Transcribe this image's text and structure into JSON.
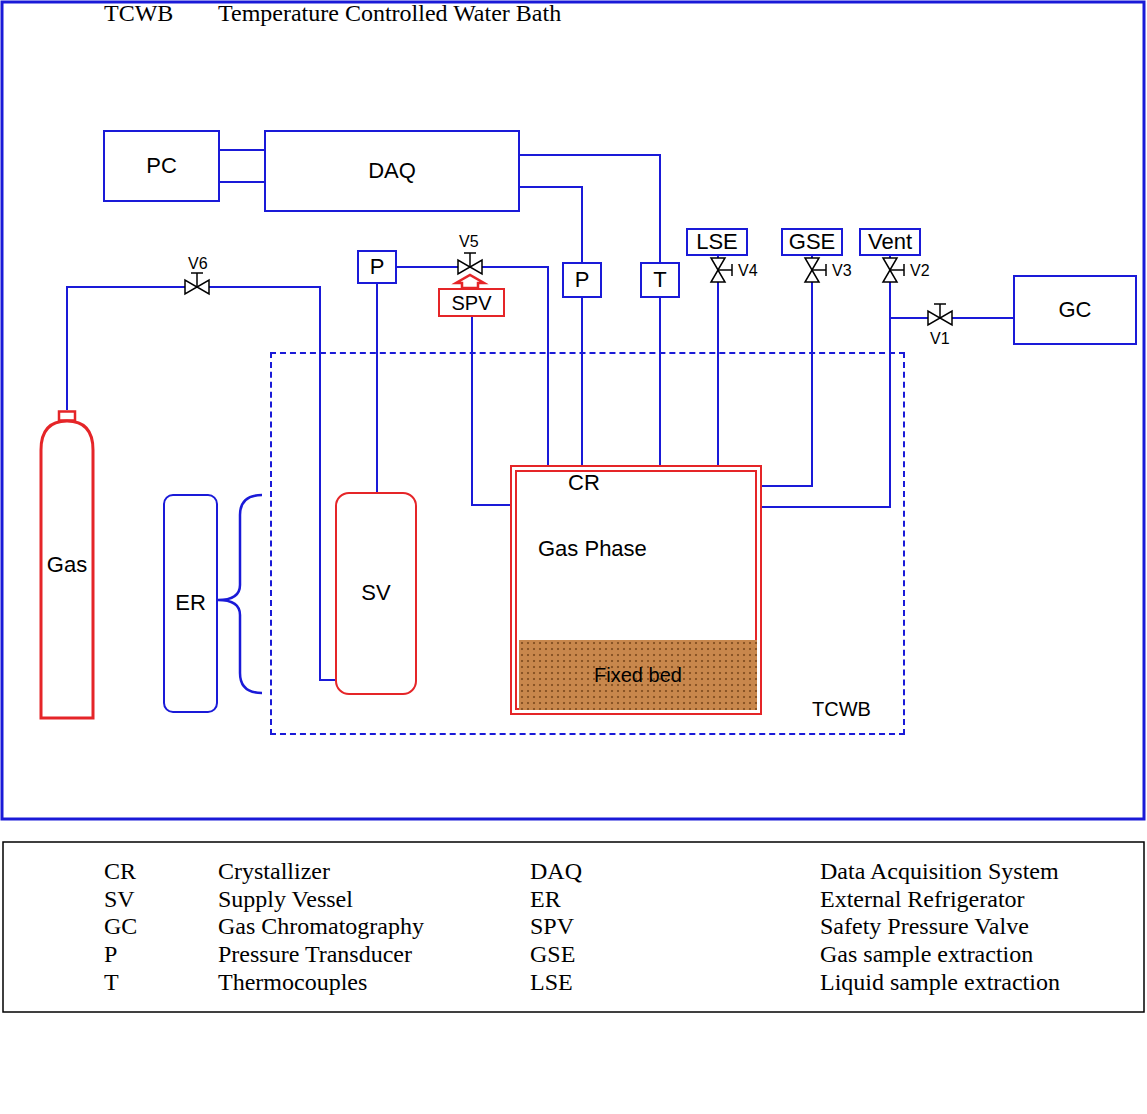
{
  "diagram": {
    "nodes": [
      {
        "text": [
          "PC"
        ]
      },
      {
        "text": [
          "DAQ"
        ]
      },
      {
        "text": [
          "LSE"
        ]
      },
      {
        "text": [
          "GSE"
        ]
      },
      {
        "text": [
          "Vent"
        ]
      },
      {
        "text": [
          "P"
        ]
      },
      {
        "text": [
          "SPV"
        ]
      },
      {
        "text": [
          "P"
        ]
      },
      {
        "text": [
          "T"
        ]
      },
      {
        "text": [
          "GC"
        ]
      },
      {
        "text": [
          "TCWB"
        ]
      },
      {
        "text": [
          "Gas"
        ]
      },
      {
        "text": [
          "ER"
        ]
      },
      {
        "text": [
          "SV"
        ],
        "in": 10
      },
      {
        "text": [
          "CR",
          "Gas Phase"
        ],
        "in": 10
      },
      {
        "text": [
          "Fixed bed"
        ],
        "in": 14
      }
    ],
    "edges": [
      {
        "from": 0,
        "to": 1,
        "arrow": "none"
      },
      {
        "from": 0,
        "to": 1,
        "arrow": "none"
      },
      {
        "from": 1,
        "to": 8,
        "arrow": "none"
      },
      {
        "from": 1,
        "to": 7,
        "arrow": "none"
      },
      {
        "from": 5,
        "to": 13,
        "arrow": "none"
      },
      {
        "from": 5,
        "to": 14,
        "arrow": "none"
      },
      {
        "from": 6,
        "to": 14,
        "arrow": "none"
      },
      {
        "from": 7,
        "to": 14,
        "arrow": "none"
      },
      {
        "from": 8,
        "to": 14,
        "arrow": "none"
      },
      {
        "from": 2,
        "to": 14,
        "arrow": "none"
      },
      {
        "from": 3,
        "to": 14,
        "arrow": "none"
      },
      {
        "from": 4,
        "to": 14,
        "arrow": "none"
      },
      {
        "from": 9,
        "to": 14,
        "arrow": "none"
      },
      {
        "from": 11,
        "to": 13,
        "arrow": "none"
      }
    ],
    "labels": [
      "V6",
      "V5",
      "V4",
      "V3",
      "V2",
      "V1",
      "CR",
      "Crystallizer",
      "DAQ",
      "Data Acquisition System",
      "SV",
      "Supply Vessel",
      "ER",
      "External Refrigerator",
      "GC",
      "Gas Chromatography",
      "SPV",
      "Safety Pressure Valve",
      "P",
      "Pressure Transducer",
      "GSE",
      "Gas sample extraction",
      "T",
      "Thermocouples",
      "LSE",
      "Liquid sample extraction",
      "TCWB",
      "Temperature Controlled Water Bath"
    ]
  }
}
